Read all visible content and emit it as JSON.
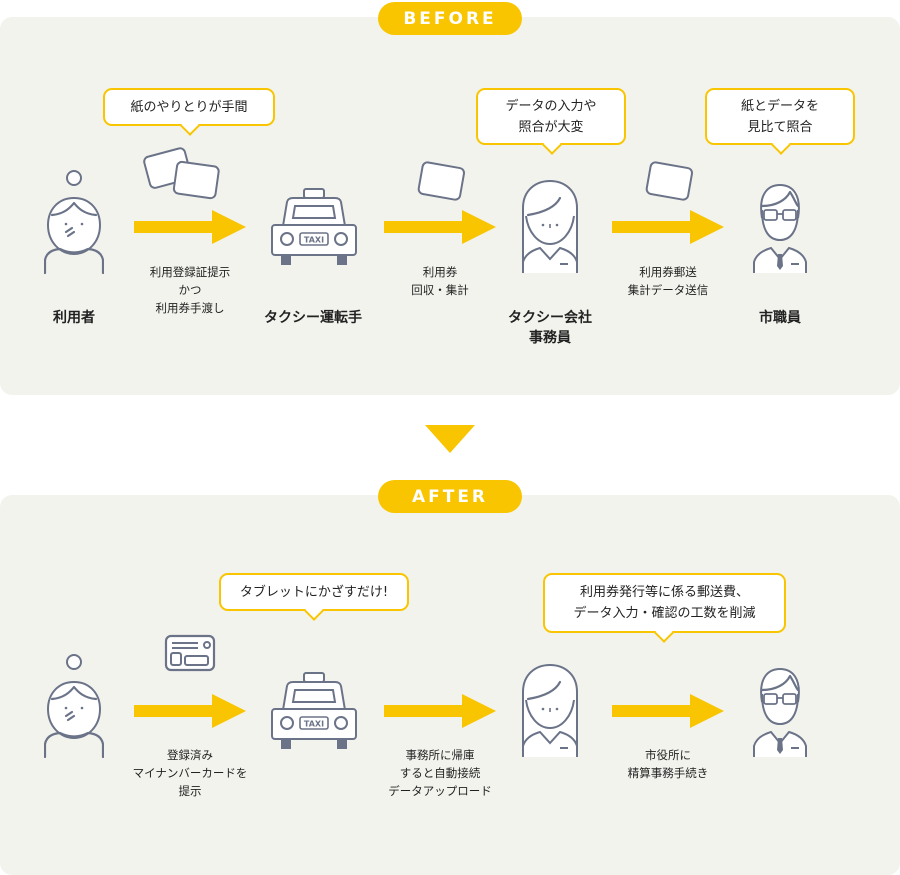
{
  "before": {
    "badge": "BEFORE",
    "bubbles": [
      "紙のやりとりが手間",
      [
        "データの入力や",
        "照合が大変"
      ],
      [
        "紙とデータを",
        "見比て照合"
      ]
    ],
    "roles": [
      "利用者",
      "タクシー運転手",
      [
        "タクシー会社",
        "事務員"
      ],
      "市職員"
    ],
    "captions": [
      [
        "利用登録証提示",
        "かつ",
        "利用券手渡し"
      ],
      [
        "利用券",
        "回収・集計"
      ],
      [
        "利用券郵送",
        "集計データ送信"
      ]
    ]
  },
  "after": {
    "badge": "AFTER",
    "bubbles": [
      "タブレットにかざすだけ!",
      [
        "利用券発行等に係る郵送費、",
        "データ入力・確認の工数を削減"
      ]
    ],
    "captions": [
      [
        "登録済み",
        "マイナンバーカードを",
        "提示"
      ],
      [
        "事務所に帰庫",
        "すると自動接続",
        "データアップロード"
      ],
      [
        "市役所に",
        "精算事務手続き"
      ]
    ]
  },
  "taxi_sign": "TAXI",
  "colors": {
    "accent": "#f8c500",
    "panel": "#f3f3ee",
    "icon": "#6b7388"
  }
}
